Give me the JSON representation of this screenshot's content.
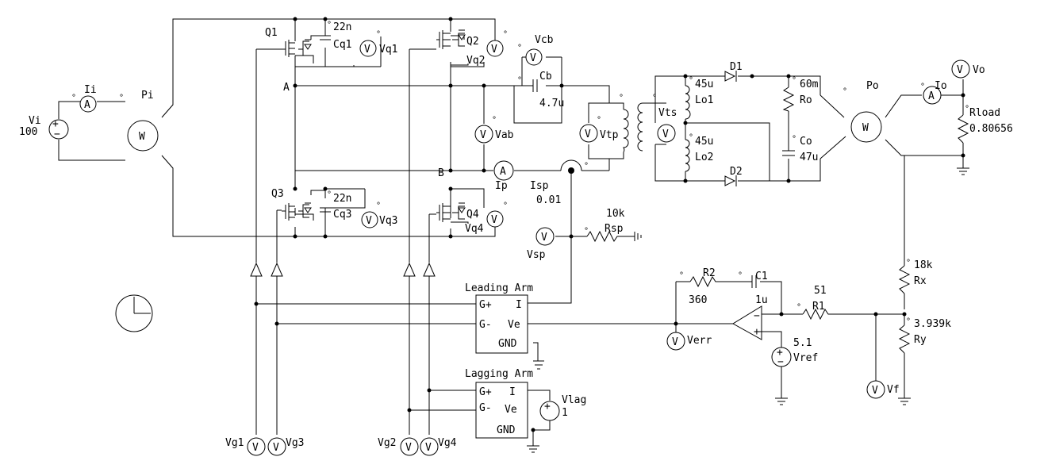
{
  "source": {
    "name": "Vi",
    "value": "100",
    "input_current": "Ii",
    "input_power": "Pi"
  },
  "switches": {
    "q1": {
      "name": "Q1",
      "cap": "Cq1",
      "cap_value": "22n",
      "voltmeter": "Vq1"
    },
    "q2": {
      "name": "Q2",
      "voltmeter": "Vq2"
    },
    "q3": {
      "name": "Q3",
      "cap": "Cq3",
      "cap_value": "22n",
      "voltmeter": "Vq3"
    },
    "q4": {
      "name": "Q4",
      "voltmeter": "Vq4"
    }
  },
  "nodes": {
    "a": "A",
    "b": "B"
  },
  "blocking_cap": {
    "name": "Cb",
    "value": "4.7u",
    "voltmeter": "Vcb"
  },
  "meters": {
    "vab": "Vab",
    "vtp": "Vtp",
    "vts": "Vts",
    "ip": "Ip"
  },
  "sense": {
    "isp": "Isp",
    "isp_gain": "0.01",
    "vsp": "Vsp",
    "rsp": "Rsp",
    "rsp_value": "10k"
  },
  "output": {
    "d1": "D1",
    "d2": "D2",
    "lo1": "Lo1",
    "lo1_value": "45u",
    "lo2": "Lo2",
    "lo2_value": "45u",
    "ro": "Ro",
    "ro_value": "60m",
    "co": "Co",
    "co_value": "47u",
    "po": "Po",
    "io": "Io",
    "vo": "Vo",
    "rload": "Rload",
    "rload_value": "0.80656"
  },
  "feedback": {
    "r2": "R2",
    "r2_value": "360",
    "c1": "C1",
    "c1_value": "1u",
    "r1": "R1",
    "r1_value": "51",
    "rx": "Rx",
    "rx_value": "18k",
    "ry": "Ry",
    "ry_value": "3.939k",
    "vref": "Vref",
    "vref_value": "5.1",
    "verr": "Verr",
    "vf": "Vf"
  },
  "leading_arm": {
    "title": "Leading Arm",
    "pins": {
      "gp": "G+",
      "gm": "G-",
      "i": "I",
      "ve": "Ve",
      "gnd": "GND"
    }
  },
  "lagging_arm": {
    "title": "Lagging Arm",
    "pins": {
      "gp": "G+",
      "gm": "G-",
      "i": "I",
      "ve": "Ve",
      "gnd": "GND"
    },
    "source": "Vlag",
    "source_value": "1"
  },
  "gate_meters": {
    "vg1": "Vg1",
    "vg2": "Vg2",
    "vg3": "Vg3",
    "vg4": "Vg4"
  },
  "symbols": {
    "ammeter": "A",
    "voltmeter": "V",
    "wattmeter": "W",
    "dot": "°",
    "plus": "+",
    "minus": "−",
    "clock_icon": "clock-icon",
    "ground_icon": "ground-icon"
  }
}
